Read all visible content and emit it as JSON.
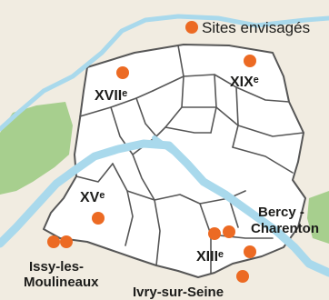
{
  "legend": {
    "label": "Sites envisagés"
  },
  "colors": {
    "background": "#f1ece1",
    "paris": "#ffffff",
    "boundary": "#565656",
    "seine": "#a9d9ec",
    "park": "#a7cf8e",
    "site_marker": "#ec6a23"
  },
  "labels": {
    "xvii": "XVIIᵉ",
    "xix": "XIXᵉ",
    "xv": "XVᵉ",
    "xiii": "XIIIᵉ",
    "bercy_1": "Bercy -",
    "bercy_2": "Charenton",
    "issy_1": "Issy-les-",
    "issy_2": "Moulineaux",
    "ivry": "Ivry-sur-Seine"
  },
  "sites": [
    {
      "name": "XVIIe"
    },
    {
      "name": "XIXe"
    },
    {
      "name": "XVe"
    },
    {
      "name": "XIIIe"
    },
    {
      "name": "XIIIe"
    },
    {
      "name": "Bercy - Charenton"
    },
    {
      "name": "Issy-les-Moulineaux"
    },
    {
      "name": "Issy-les-Moulineaux"
    },
    {
      "name": "Ivry-sur-Seine"
    }
  ]
}
